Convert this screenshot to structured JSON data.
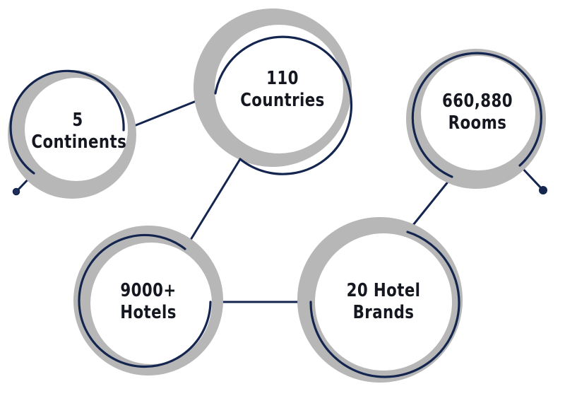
{
  "nodes": {
    "continents": {
      "line1": "5",
      "line2": "Continents"
    },
    "countries": {
      "line1": "110",
      "line2": "Countries"
    },
    "rooms": {
      "line1": "660,880",
      "line2": "Rooms"
    },
    "hotels": {
      "line1": "9000+",
      "line2": "Hotels"
    },
    "brands": {
      "line1": "20 Hotel",
      "line2": "Brands"
    }
  },
  "colors": {
    "navy": "#14264f",
    "gray_ring": "#b7b7b7",
    "background": "#ffffff",
    "text": "#14171f"
  }
}
